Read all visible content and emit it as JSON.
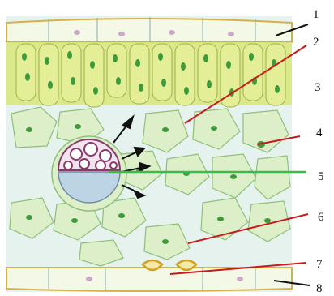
{
  "labels": [
    {
      "id": "1",
      "text": "1"
    },
    {
      "id": "2",
      "text": "2"
    },
    {
      "id": "3",
      "text": "3"
    },
    {
      "id": "4",
      "text": "4"
    },
    {
      "id": "5",
      "text": "5"
    },
    {
      "id": "6",
      "text": "6"
    },
    {
      "id": "7",
      "text": "7"
    },
    {
      "id": "8",
      "text": "8"
    }
  ],
  "colors": {
    "background": "#e6f2ee",
    "epidermis": "#f4f8e6",
    "palisade": "#d8e87a",
    "spongy": "#dcefc8",
    "chloroplast": "#3f9a3a",
    "xylem": "#f2e4ee",
    "phloem": "#bcd4e4",
    "pointer_red": "#c81a1a",
    "pointer_green": "#3cba4c",
    "pointer_black": "#111111"
  }
}
